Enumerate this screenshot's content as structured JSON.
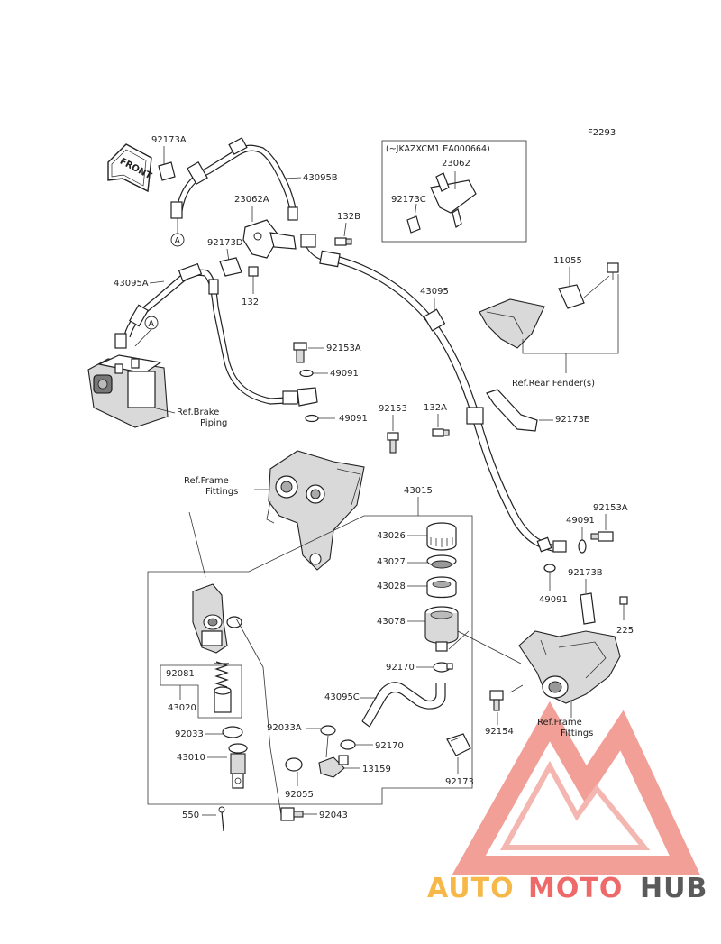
{
  "figure_code": "F2293",
  "front_label": "FRONT",
  "callout_a": "A",
  "inset_note": "(~JKAZXCM1 EA000664)",
  "parts": {
    "p92173A": "92173A",
    "p43095B": "43095B",
    "p23062A": "23062A",
    "p132B": "132B",
    "p92173D": "92173D",
    "p43095A": "43095A",
    "p132": "132",
    "p43095": "43095",
    "p11055": "11055",
    "p23062": "23062",
    "p92173C": "92173C",
    "p92153A_top": "92153A",
    "p49091_top": "49091",
    "p49091_mid": "49091",
    "p92153": "92153",
    "p132A": "132A",
    "p92173E": "92173E",
    "p43015": "43015",
    "p43026": "43026",
    "p43027": "43027",
    "p43028": "43028",
    "p43078": "43078",
    "p92170_a": "92170",
    "p43095C": "43095C",
    "p92033A": "92033A",
    "p92170_b": "92170",
    "p13159": "13159",
    "p92055": "92055",
    "p92043": "92043",
    "p550": "550",
    "p92081": "92081",
    "p43020": "43020",
    "p92033": "92033",
    "p43010": "43010",
    "p92153A_right": "92153A",
    "p49091_right1": "49091",
    "p49091_right2": "49091",
    "p92173B": "92173B",
    "p225": "225",
    "p92154": "92154",
    "p92173": "92173"
  },
  "refs": {
    "brake_line1": "Ref.Brake",
    "brake_line2": "Piping",
    "frame1_line1": "Ref.Frame",
    "frame1_line2": "Fittings",
    "frame2_line1": "Ref.Frame",
    "frame2_line2": "Fittings",
    "rear_fender": "Ref.Rear Fender(s)"
  },
  "watermark": {
    "part1": "AUTO",
    "part2": "MOTO",
    "part3": "HUB",
    "color_auto": "#f7b84a",
    "color_moto": "#ee6a6a",
    "color_hub": "#5a5a5a",
    "logo_color": "#e8403a"
  }
}
